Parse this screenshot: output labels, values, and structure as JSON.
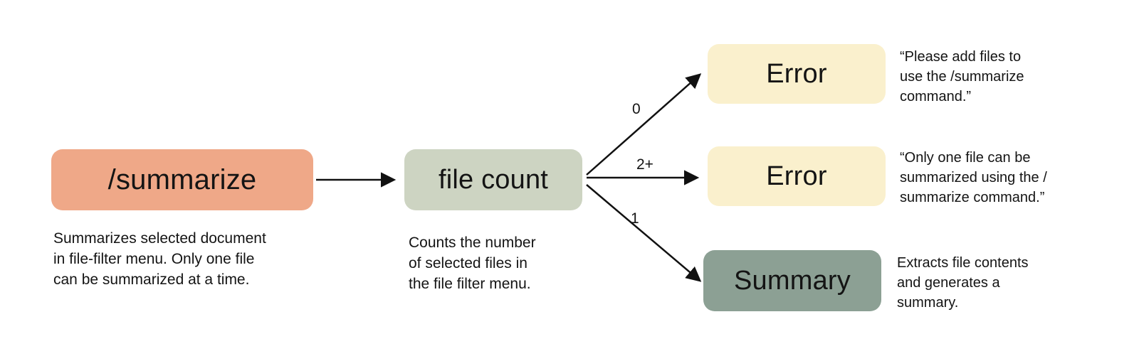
{
  "diagram": {
    "nodes": {
      "summarize": {
        "label": "/summarize",
        "description": "Summarizes selected document\nin file-filter menu. Only one file\ncan be summarized at a time.",
        "color": "#efa888"
      },
      "file_count": {
        "label": "file count",
        "description": "Counts the number\nof selected files in\nthe file filter menu.",
        "color": "#cdd4c2"
      },
      "error_no_files": {
        "label": "Error",
        "annotation": "“Please add files to\nuse the /summarize\ncommand.”",
        "color": "#faf0cd"
      },
      "error_multiple_files": {
        "label": "Error",
        "annotation": "“Only one file can be\nsummarized using the /\nsummarize command.”",
        "color": "#faf0cd"
      },
      "summary": {
        "label": "Summary",
        "annotation": "Extracts file contents\nand generates a\nsummary.",
        "color": "#8ca094"
      }
    },
    "edge_labels": {
      "zero": "0",
      "two_plus": "2+",
      "one": "1"
    },
    "edge_color": "#111111"
  }
}
